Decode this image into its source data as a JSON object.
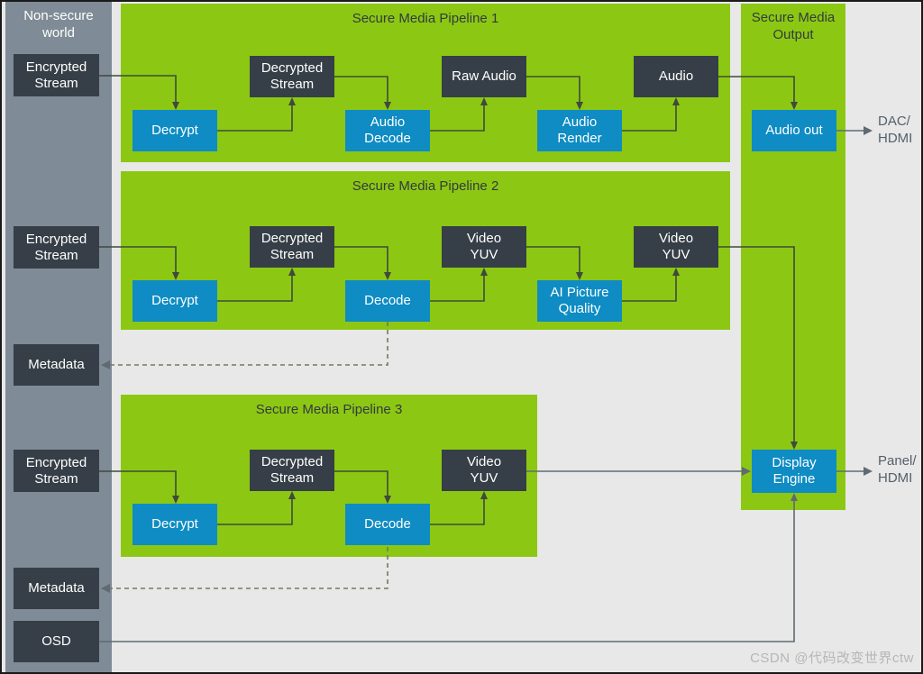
{
  "diagram": {
    "title": "Secure Media Pipelines block diagram",
    "background_color": "#e8e8e8",
    "colors": {
      "nonsecure_column": "#7f8b96",
      "pipeline_green": "#8cc813",
      "node_dark": "#363f47",
      "node_blue": "#0e8cc3",
      "wire": "#3f4a3a",
      "label_text": "#55606a"
    }
  },
  "nonsecure": {
    "title": "Non-secure\nworld",
    "items": [
      {
        "label": "Encrypted\nStream",
        "kind": "dark"
      },
      {
        "label": "Encrypted\nStream",
        "kind": "dark"
      },
      {
        "label": "Metadata",
        "kind": "dark"
      },
      {
        "label": "Encrypted\nStream",
        "kind": "dark"
      },
      {
        "label": "Metadata",
        "kind": "dark"
      },
      {
        "label": "OSD",
        "kind": "dark"
      }
    ]
  },
  "pipelines": [
    {
      "title": "Secure Media Pipeline 1",
      "nodes": [
        {
          "label": "Decrypt",
          "kind": "blue"
        },
        {
          "label": "Decrypted\nStream",
          "kind": "dark"
        },
        {
          "label": "Audio\nDecode",
          "kind": "blue"
        },
        {
          "label": "Raw Audio",
          "kind": "dark"
        },
        {
          "label": "Audio\nRender",
          "kind": "blue"
        },
        {
          "label": "Audio",
          "kind": "dark"
        }
      ]
    },
    {
      "title": "Secure Media Pipeline 2",
      "nodes": [
        {
          "label": "Decrypt",
          "kind": "blue"
        },
        {
          "label": "Decrypted\nStream",
          "kind": "dark"
        },
        {
          "label": "Decode",
          "kind": "blue"
        },
        {
          "label": "Video\nYUV",
          "kind": "dark"
        },
        {
          "label": "AI Picture\nQuality",
          "kind": "blue"
        },
        {
          "label": "Video\nYUV",
          "kind": "dark"
        }
      ]
    },
    {
      "title": "Secure Media Pipeline 3",
      "nodes": [
        {
          "label": "Decrypt",
          "kind": "blue"
        },
        {
          "label": "Decrypted\nStream",
          "kind": "dark"
        },
        {
          "label": "Decode",
          "kind": "blue"
        },
        {
          "label": "Video\nYUV",
          "kind": "dark"
        }
      ]
    }
  ],
  "secure_media_output": {
    "title": "Secure Media\nOutput",
    "nodes": [
      {
        "label": "Audio out",
        "kind": "blue"
      },
      {
        "label": "Display\nEngine",
        "kind": "blue"
      }
    ]
  },
  "external_labels": [
    {
      "label": "DAC/\nHDMI"
    },
    {
      "label": "Panel/\nHDMI"
    }
  ],
  "watermark": "CSDN @代码改变世界ctw"
}
